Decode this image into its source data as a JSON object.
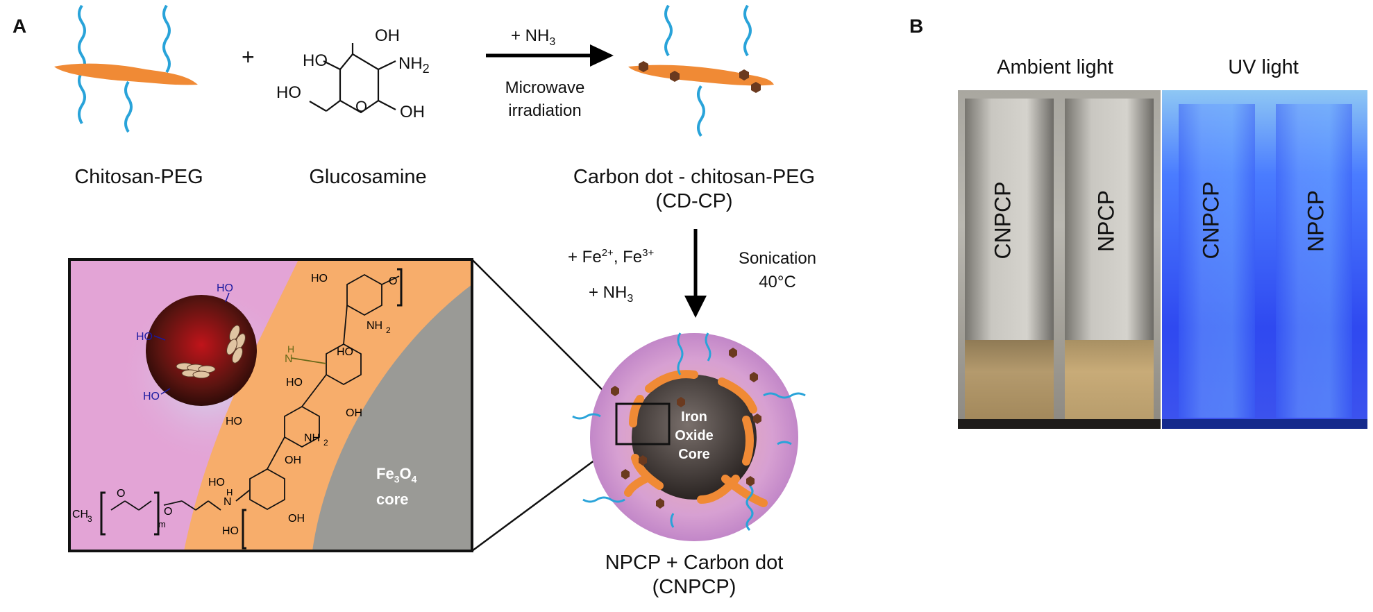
{
  "panel_a": {
    "letter": "A",
    "chitosan_peg_label": "Chitosan-PEG",
    "plus": "+",
    "glucosamine_label": "Glucosamine",
    "glucosamine_groups": {
      "oh_top": "OH",
      "ho_left": "HO",
      "nh2": "NH",
      "nh2_sub": "2",
      "ho_bottom": "HO",
      "oh_right": "OH"
    },
    "reaction1": {
      "reagent": "+ NH",
      "reagent_sub": "3",
      "condition_line1": "Microwave",
      "condition_line2": "irradiation"
    },
    "product1_line1": "Carbon dot - chitosan-PEG",
    "product1_line2": "(CD-CP)",
    "reaction2": {
      "reagent1": "+ Fe",
      "sup1": "2+",
      "reagent1b": ", Fe",
      "sup2": "3+",
      "reagent2": "+ NH",
      "reagent2_sub": "3",
      "condition_line1": "Sonication",
      "condition_line2": "40°C"
    },
    "product2_line1": "NPCP + Carbon dot",
    "product2_line2": "(CNPCP)",
    "core_line1": "Iron",
    "core_line2": "Oxide",
    "core_line3": "Core",
    "inset": {
      "fe3o4_a": "Fe",
      "fe3o4_sub3": "3",
      "fe3o4_o": "O",
      "fe3o4_sub4": "4",
      "core_word": "core",
      "ho": "HO",
      "oh": "OH",
      "nh": "H",
      "nh2": "NH",
      "nh2_sub": "2",
      "ch3": "CH",
      "ch3_sub": "3",
      "o": "O",
      "m": "m",
      "n_link": "N"
    }
  },
  "panel_b": {
    "letter": "B",
    "ambient_label": "Ambient light",
    "uv_label": "UV light",
    "cuvettes": [
      "CNPCP",
      "NPCP",
      "CNPCP",
      "NPCP"
    ]
  },
  "colors": {
    "peg_blue": "#29a3d9",
    "chitosan_orange": "#f08a35",
    "dot_brown": "#6b3a1f",
    "inset_pink": "#e3a4d6",
    "inset_orange": "#f7ad6b",
    "core_gray": "#9a9a96",
    "uv_blue": "#2a52ff"
  }
}
